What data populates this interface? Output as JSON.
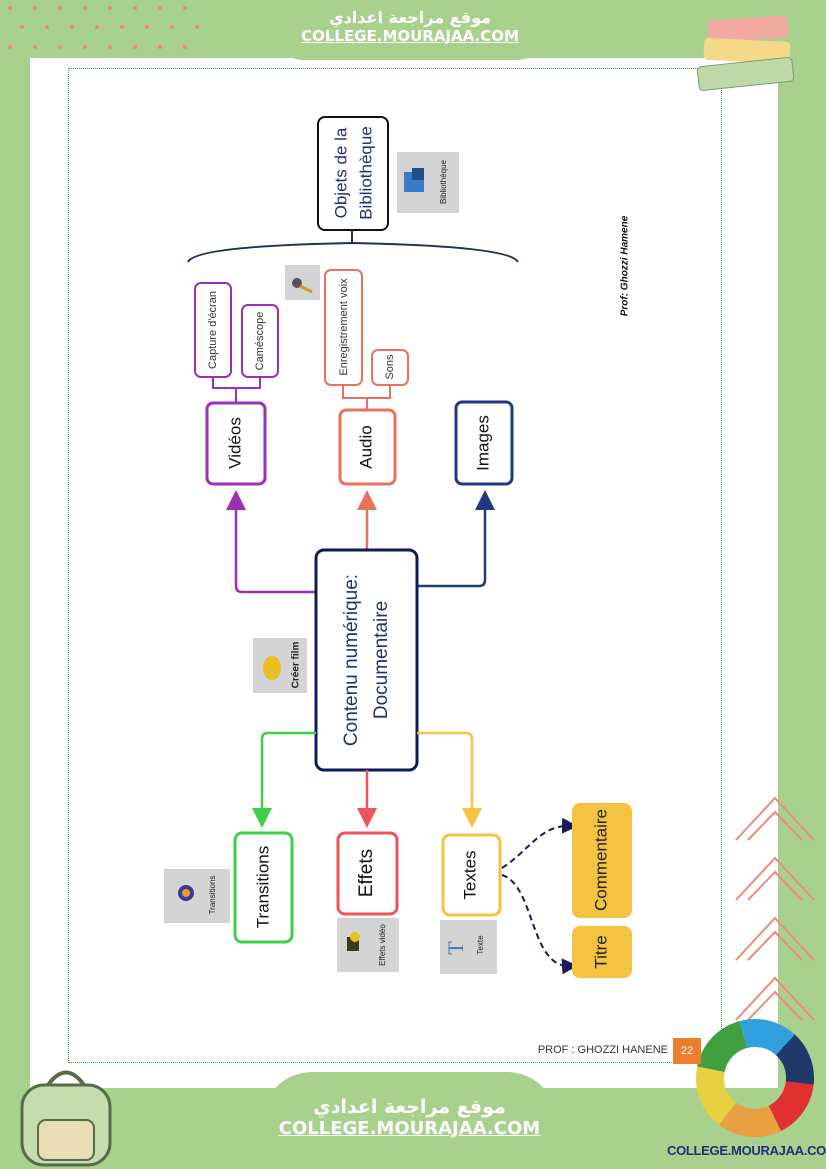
{
  "header": {
    "arabic": "موقع مراجعة اعدادي",
    "site": "COLLEGE.MOURAJAA.COM"
  },
  "footer_banner": {
    "arabic": "موقع مراجعة اعدادي",
    "site": "COLLEGE.MOURAJAA.COM"
  },
  "footer": {
    "author": "PROF : GHOZZI HANENE",
    "page_number": "22",
    "logo_text": "COLLEGE.MOURAJAA.COM"
  },
  "diagram": {
    "library": {
      "line1": "Objets de la",
      "line2": "Bibliothèque",
      "icon_label": "Bibliothèque"
    },
    "videos": {
      "label": "Vidéos",
      "children": [
        "Capture d'écran",
        "Caméscope"
      ]
    },
    "audio": {
      "label": "Audio",
      "children": [
        "Enregistrement voix",
        "Sons"
      ]
    },
    "images": {
      "label": "Images"
    },
    "center": {
      "line1": "Contenu numérique:",
      "line2": "Documentaire",
      "icon_label": "Créer film"
    },
    "transitions": {
      "label": "Transitions",
      "icon_label": "Transitions"
    },
    "effets": {
      "label": "Effets",
      "icon_label": "Effets vidéo"
    },
    "textes": {
      "label": "Textes",
      "icon_label": "Texte",
      "children": [
        "Commentaire",
        "Titre"
      ]
    },
    "credit": "Prof: Ghozzi Hamene"
  },
  "colors": {
    "purple": "#9b30b5",
    "salmon": "#e8735c",
    "navy": "#1f3a80",
    "green": "#3ecf4a",
    "red": "#f0545a",
    "yellow": "#f5c342",
    "background": "#a9d18e",
    "page_badge": "#ed7d31"
  }
}
